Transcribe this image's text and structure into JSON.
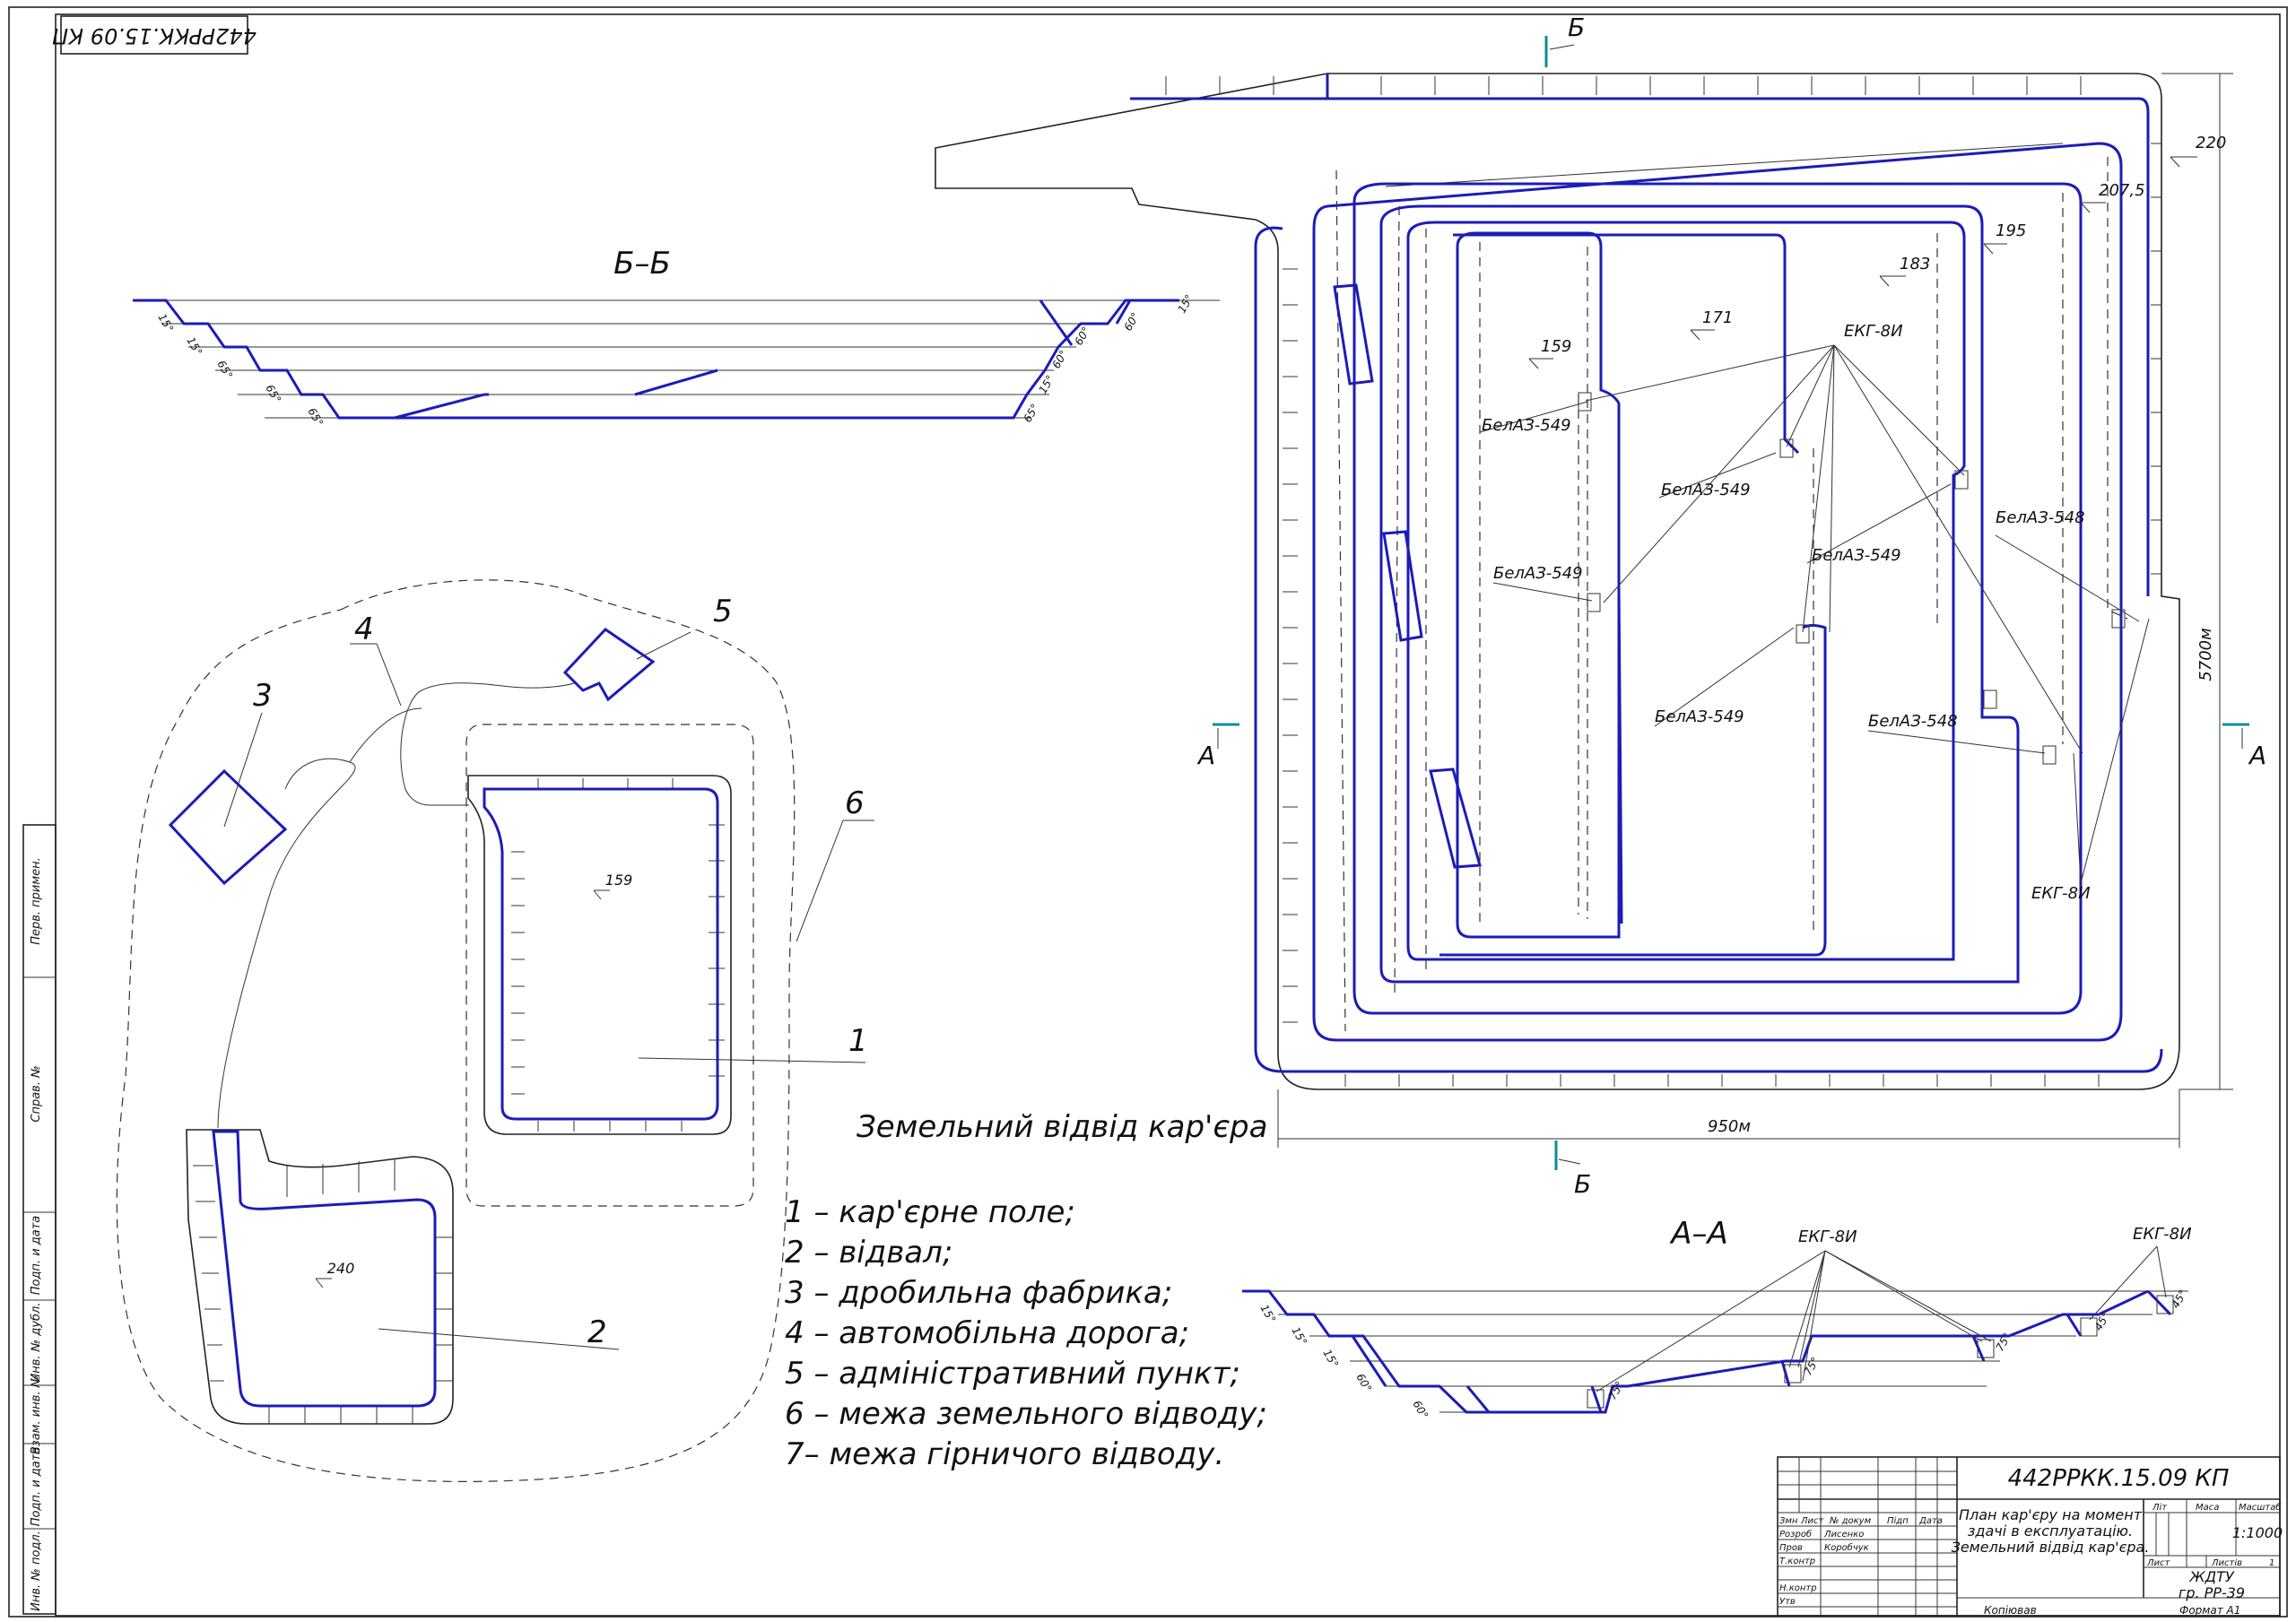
{
  "stamp_rotated": "442РРКК.15.09 КП",
  "sections": {
    "bb_title": "Б–Б",
    "aa_title": "А–А",
    "mark_b": "Б",
    "mark_a": "А"
  },
  "plan": {
    "levels": [
      "220",
      "207,5",
      "195",
      "183",
      "171",
      "159"
    ],
    "excavator": "ЕКГ-8И",
    "trucks": [
      "БелАЗ-549",
      "БелАЗ-549",
      "БелАЗ-549",
      "БелАЗ-549",
      "БелАЗ-549",
      "БелАЗ-548",
      "БелАЗ-548"
    ],
    "width_dim": "950м",
    "length_dim": "5700м"
  },
  "land": {
    "title": "Земельний відвід кар'єра",
    "callouts": [
      "1",
      "2",
      "3",
      "4",
      "5",
      "6"
    ],
    "level_pit": "159",
    "level_dump": "240"
  },
  "legend": [
    "1 – кар'єрне поле;",
    "2 – відвал;",
    "3 – дробильна фабрика;",
    "4 – автомобільна дорога;",
    "5 – адміністративний пункт;",
    "6 – межа земельного відводу;",
    "7– межа гірничого відводу."
  ],
  "section_bb_angles": [
    "15°",
    "15°",
    "65°",
    "65°",
    "65°",
    "65°",
    "15°",
    "60°",
    "60°",
    "60°",
    "15°"
  ],
  "section_aa": {
    "excavators": [
      "ЕКГ-8И",
      "ЕКГ-8И"
    ],
    "angles": [
      "15°",
      "15°",
      "15°",
      "60°",
      "60°",
      "75°",
      "75°",
      "75°",
      "45°",
      "45°"
    ]
  },
  "title_block": {
    "code": "442РРКК.15.09 КП",
    "description": [
      "План кар'єру на момент",
      "здачі в експлуатацію.",
      "Земельний відвід кар'єра."
    ],
    "roles": [
      "Змн",
      "Лист",
      "№ докум",
      "Підп",
      "Дата",
      "Розроб",
      "Пров",
      "Т.контр",
      "Н.контр",
      "Утв"
    ],
    "names": [
      "Лисенко",
      "Коробчук"
    ],
    "lit": "Літ",
    "mass": "Маса",
    "scale_label": "Масштаб",
    "scale": "1:1000",
    "sheet": "Лист",
    "sheets": "Листів",
    "sheets_value": "1",
    "org1": "ЖДТУ",
    "org2": "гр. РР-39",
    "copied": "Копіював",
    "format": "Формат   А1",
    "left_strip": [
      "Перв. примен.",
      "Справ. №",
      "Подп. и дата",
      "Инв. № дубл.",
      "Взам. инв. №",
      "Подп. и дата",
      "Инв. № подл."
    ]
  }
}
